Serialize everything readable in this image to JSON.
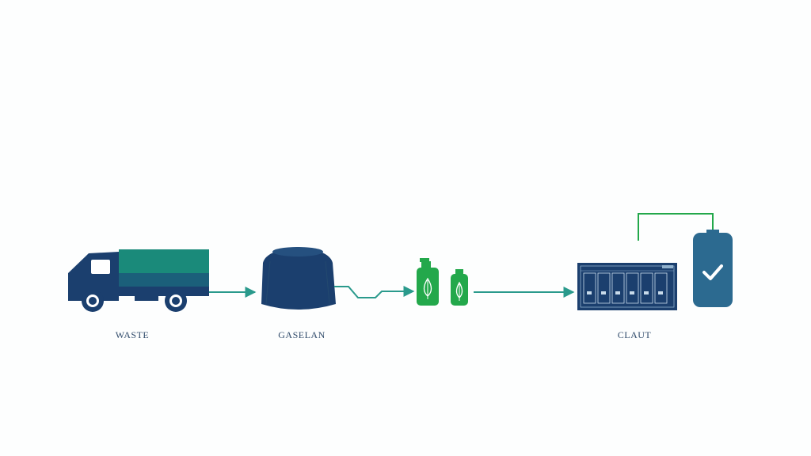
{
  "colors": {
    "navy": "#1b3f6e",
    "teal": "#1a8a7a",
    "green": "#23a84b",
    "arrow": "#2a9a8c",
    "blue_tank": "#2c6a90"
  },
  "stages": [
    {
      "label": "WASTE",
      "icon": "truck-icon"
    },
    {
      "label": "GASELAN",
      "icon": "digester-tank-icon"
    },
    {
      "label": "",
      "icon": "bottles-icon"
    },
    {
      "label": "CLAUT",
      "icon": "control-panel-icon"
    },
    {
      "label": "",
      "icon": "storage-tank-check-icon"
    }
  ]
}
